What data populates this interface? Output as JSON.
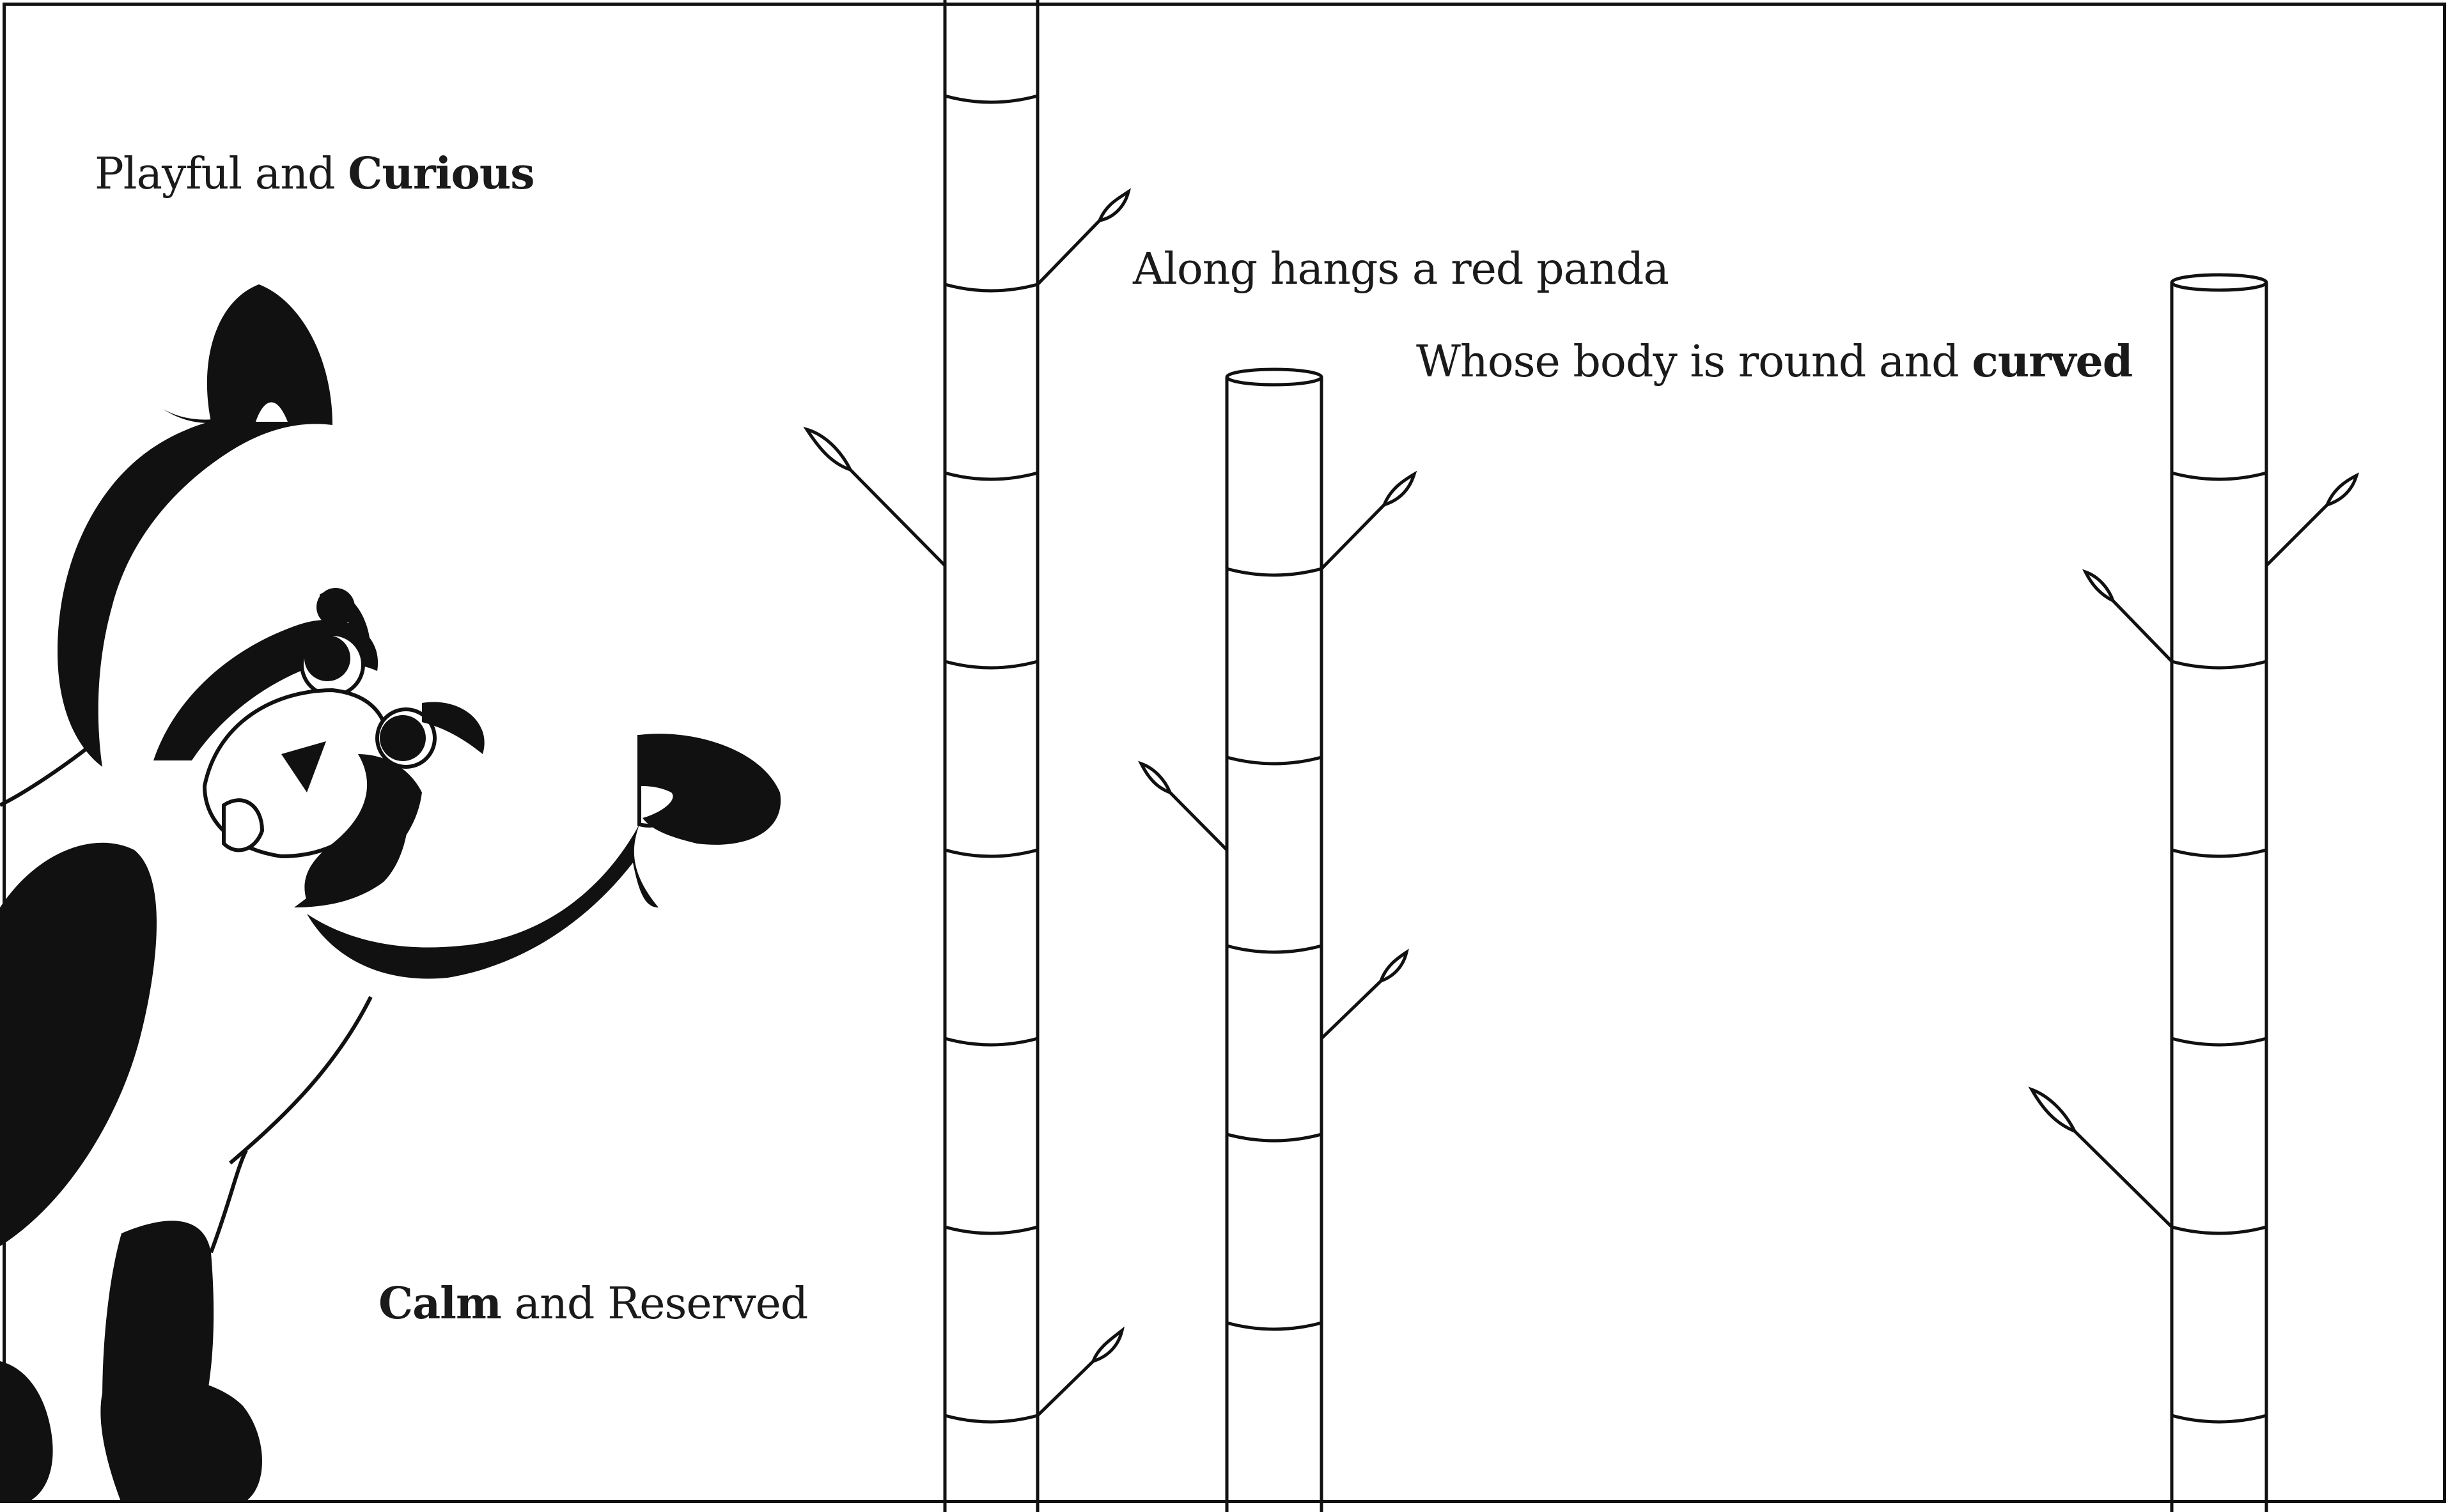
{
  "spread": {
    "left_page": {
      "caption_top": {
        "before": "Playful and ",
        "emphasis": "Curious"
      },
      "caption_bottom": {
        "emphasis": "Calm",
        "after": " and Reserved"
      }
    },
    "right_page": {
      "line_1": "Along hangs a red panda",
      "line_2": {
        "before": "Whose body is round and ",
        "emphasis": "curved"
      }
    }
  },
  "colors": {
    "ink": "#111111",
    "paper": "#ffffff"
  },
  "illustration": {
    "character": "panda-illustration",
    "props": [
      "bamboo-stalk",
      "bamboo-stalk",
      "bamboo-stalk"
    ]
  }
}
